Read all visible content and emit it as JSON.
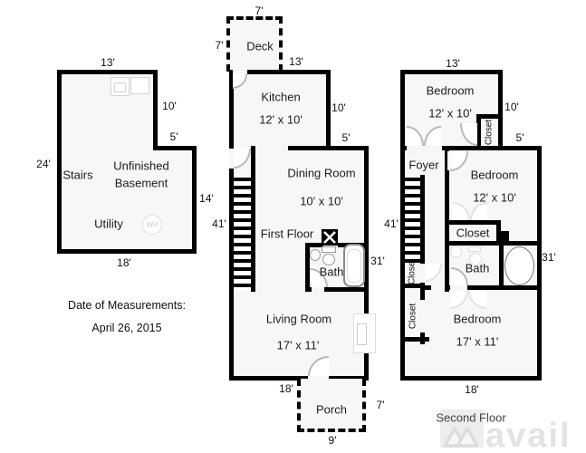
{
  "colors": {
    "wall": "#000000",
    "room_fill": "#f7f7f7",
    "door_arc": "#b9b9b9",
    "text": "#111111",
    "watermark": "#e3e3e3"
  },
  "basement": {
    "dims": {
      "top": "13'",
      "right_upper": "10'",
      "right_step": "5'",
      "left": "24'",
      "right_lower": "14'",
      "bottom": "18'"
    },
    "rooms": {
      "stairs": "Stairs",
      "name_line1": "Unfinished",
      "name_line2": "Basement",
      "utility": "Utility"
    },
    "water_heater": "WH"
  },
  "first_floor": {
    "floor_name": "First Floor",
    "dims": {
      "deck_top": "7'",
      "deck_left": "7'",
      "top": "13'",
      "right_upper": "10'",
      "right_step": "5'",
      "left": "41'",
      "right_lower": "31'",
      "bottom": "18'",
      "porch_right": "7'",
      "porch_bottom": "9'"
    },
    "rooms": {
      "deck": "Deck",
      "kitchen": "Kitchen",
      "kitchen_size": "12' x 10'",
      "dining": "Dining Room",
      "dining_size": "10' x 10'",
      "bath": "Bath",
      "living": "Living Room",
      "living_size": "17' x 11'",
      "porch": "Porch"
    }
  },
  "second_floor": {
    "floor_name": "Second Floor",
    "dims": {
      "top": "13'",
      "right_upper": "10'",
      "right_step": "5'",
      "left": "41'",
      "right_lower": "31'",
      "bottom": "18'"
    },
    "rooms": {
      "bedroom1": "Bedroom",
      "bedroom1_size": "12' x 10'",
      "closet_top": "Closet",
      "foyer": "Foyer",
      "bedroom2": "Bedroom",
      "bedroom2_size": "12' x 10'",
      "closet_mid": "Closet",
      "bath": "Bath",
      "closet_hall_upper": "Closet",
      "closet_hall_lower": "Closet",
      "bedroom3": "Bedroom",
      "bedroom3_size": "17' x 11'"
    }
  },
  "notes": {
    "date_label": "Date of Measurements:",
    "date_value": "April 26, 2015"
  },
  "watermark": {
    "brand": "avail"
  }
}
